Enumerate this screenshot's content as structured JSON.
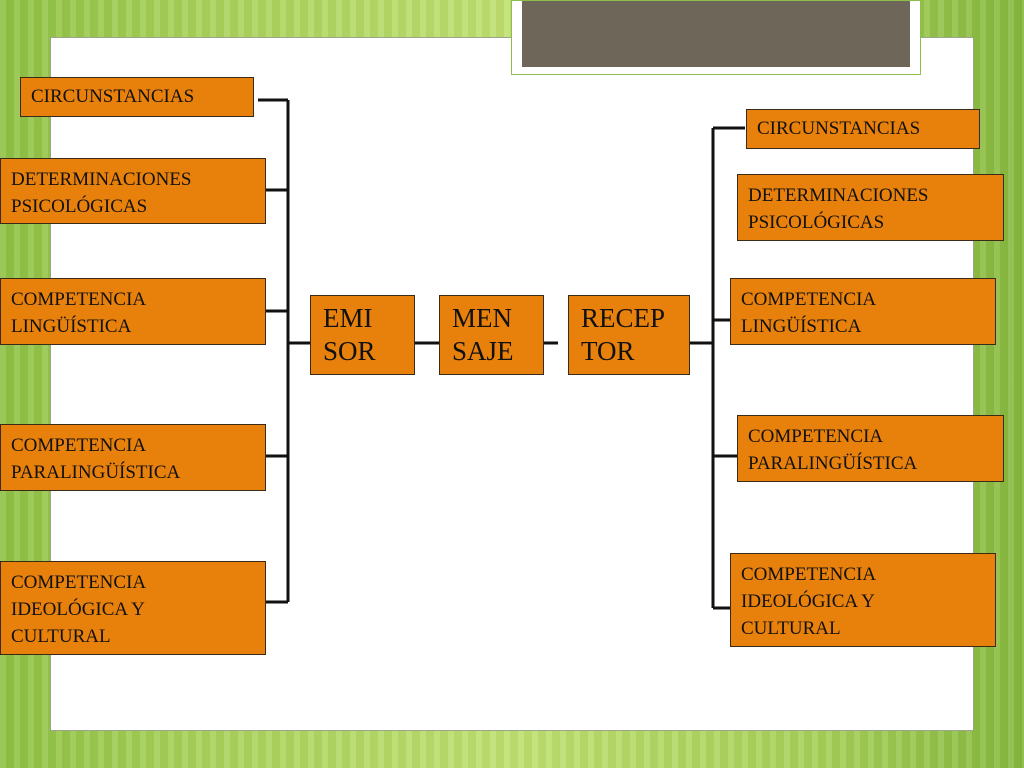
{
  "left_items": [
    {
      "label": "CIRCUNSTANCIAS"
    },
    {
      "label": "DETERMINACIONES\nPSICOLÓGICAS"
    },
    {
      "label": "COMPETENCIA\nLINGÜÍSTICA"
    },
    {
      "label": "COMPETENCIA\nPARALINGÜÍSTICA"
    },
    {
      "label": "COMPETENCIA\nIDEOLÓGICA Y\nCULTURAL"
    }
  ],
  "center": {
    "emisor": "EMI\nSOR",
    "mensaje": "MEN\nSAJE",
    "receptor": "RECEP\nTOR"
  },
  "right_items": [
    {
      "label": "CIRCUNSTANCIAS"
    },
    {
      "label": "DETERMINACIONES\nPSICOLÓGICAS"
    },
    {
      "label": "COMPETENCIA\nLINGÜÍSTICA"
    },
    {
      "label": "COMPETENCIA\nPARALINGÜÍSTICA"
    },
    {
      "label": "COMPETENCIA\nIDEOLÓGICA Y\nCULTURAL"
    }
  ],
  "colors": {
    "box_fill": "#e8800c",
    "line": "#111111",
    "background": "#a9d25a"
  }
}
